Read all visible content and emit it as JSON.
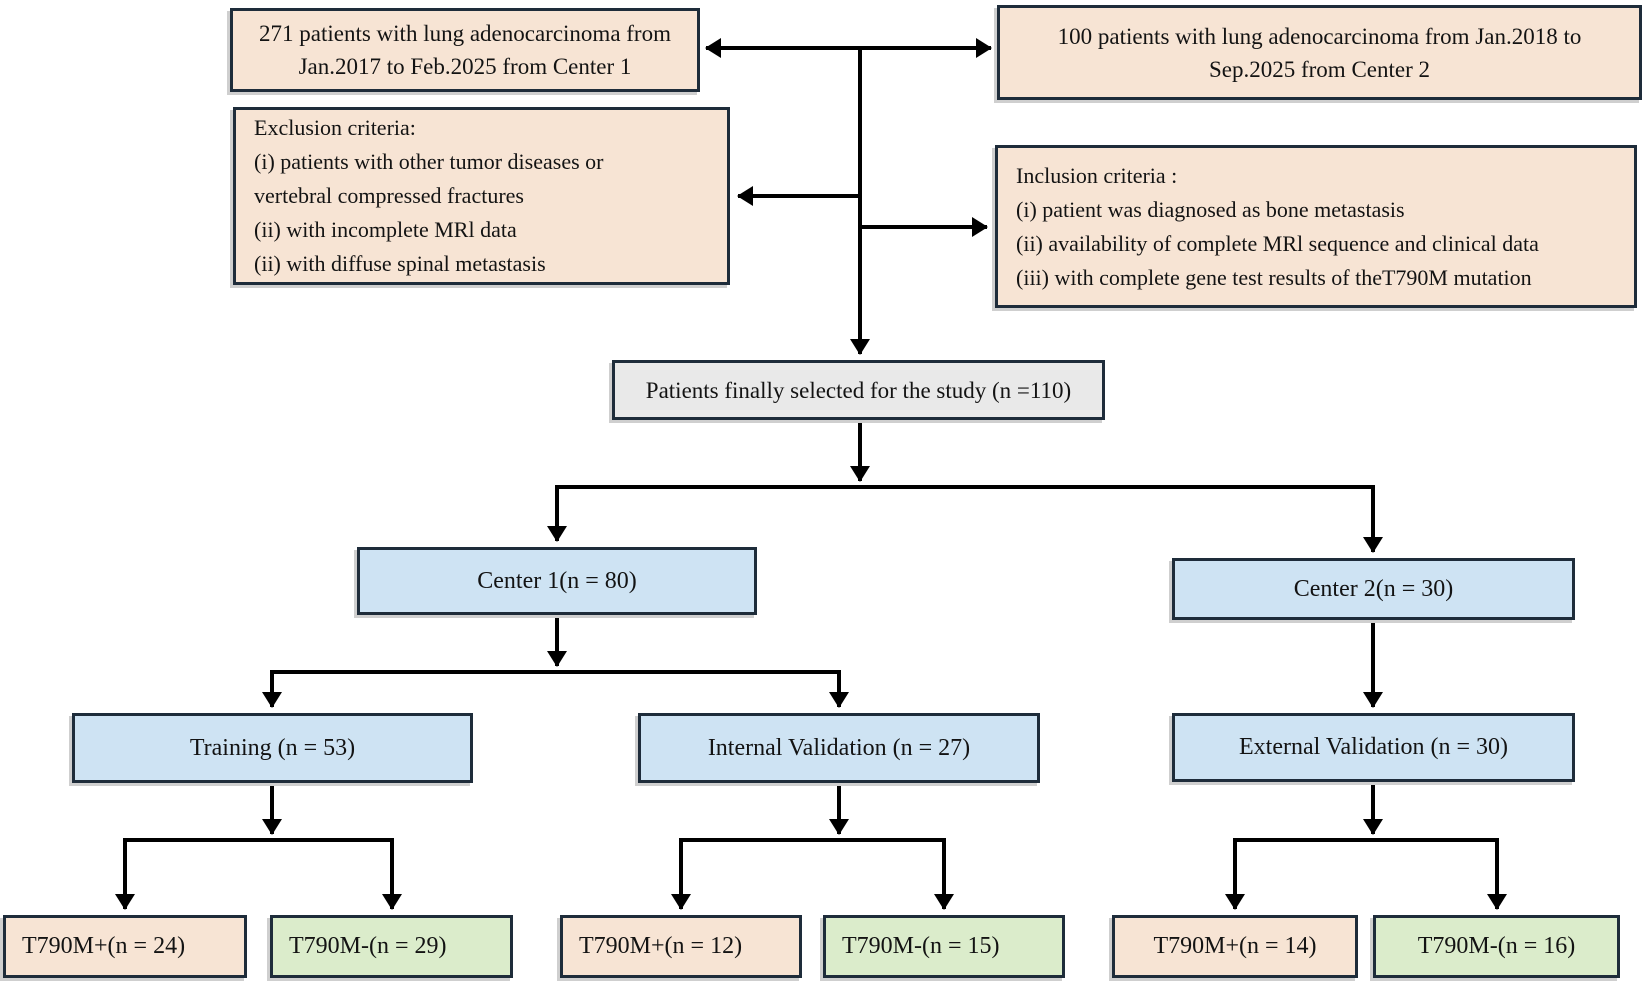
{
  "colors": {
    "box_border": "#1e2c3a",
    "peach_fill": "#f7e4d4",
    "blue_fill": "#cee3f3",
    "green_fill": "#dbeccb",
    "gray_fill": "#e9e9e9",
    "arrow": "#000000"
  },
  "nodes": {
    "source_center1": {
      "lines": [
        "271 patients with lung adenocarcinoma from",
        "Jan.2017 to Feb.2025 from Center 1"
      ]
    },
    "source_center2": {
      "lines": [
        "100 patients with lung adenocarcinoma  from Jan.2018 to",
        "Sep.2025 from Center 2"
      ]
    },
    "exclusion": {
      "lines": [
        "Exclusion criteria:",
        "(i) patients with other tumor diseases or",
        "vertebral compressed fractures",
        "(ii) with incomplete MRl data",
        "(ii) with diffuse spinal metastasis"
      ]
    },
    "inclusion": {
      "lines": [
        "Inclusion criteria :",
        "(i) patient was diagnosed as bone metastasis",
        "(ii) availability of complete MRl sequence and clinical data",
        "(iii) with complete gene test results of theT790M mutation"
      ]
    },
    "selected": {
      "label": "Patients finally selected for the study (n =110)"
    },
    "center1": {
      "label": "Center 1(n = 80)"
    },
    "center2": {
      "label": "Center 2(n = 30)"
    },
    "training": {
      "label": "Training (n = 53)"
    },
    "internal_validation": {
      "label": "Internal Validation (n = 27)"
    },
    "external_validation": {
      "label": "External Validation (n = 30)"
    },
    "training_t790m_pos": {
      "label": "T790M+(n = 24)"
    },
    "training_t790m_neg": {
      "label": "T790M-(n = 29)"
    },
    "internal_t790m_pos": {
      "label": "T790M+(n = 12)"
    },
    "internal_t790m_neg": {
      "label": "T790M-(n = 15)"
    },
    "external_t790m_pos": {
      "label": "T790M+(n = 14)"
    },
    "external_t790m_neg": {
      "label": "T790M-(n = 16)"
    }
  }
}
